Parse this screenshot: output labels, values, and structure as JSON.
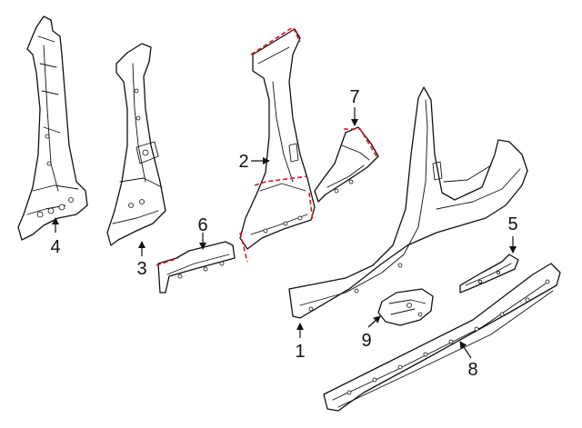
{
  "callouts": [
    {
      "id": "1",
      "label": "1"
    },
    {
      "id": "2",
      "label": "2"
    },
    {
      "id": "3",
      "label": "3"
    },
    {
      "id": "4",
      "label": "4"
    },
    {
      "id": "5",
      "label": "5"
    },
    {
      "id": "6",
      "label": "6"
    },
    {
      "id": "7",
      "label": "7"
    },
    {
      "id": "8",
      "label": "8"
    },
    {
      "id": "9",
      "label": "9"
    }
  ],
  "colors": {
    "line": "#111111",
    "cut_line": "#e0141e",
    "background": "#ffffff"
  }
}
